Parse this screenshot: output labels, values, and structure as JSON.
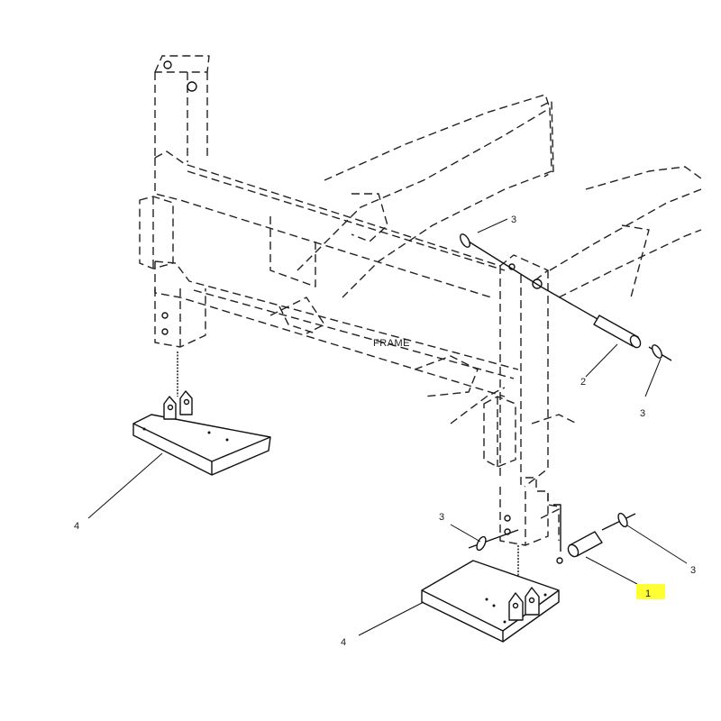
{
  "diagram": {
    "frame_label": "FRAME",
    "callouts": {
      "pin_bottom": "1",
      "pin_top": "2",
      "washer_top_left": "3",
      "washer_top_right": "3",
      "washer_bottom_left": "3",
      "washer_bottom_right": "3",
      "foot_left": "4",
      "foot_right": "4"
    },
    "highlight_color": "#ffff33"
  }
}
